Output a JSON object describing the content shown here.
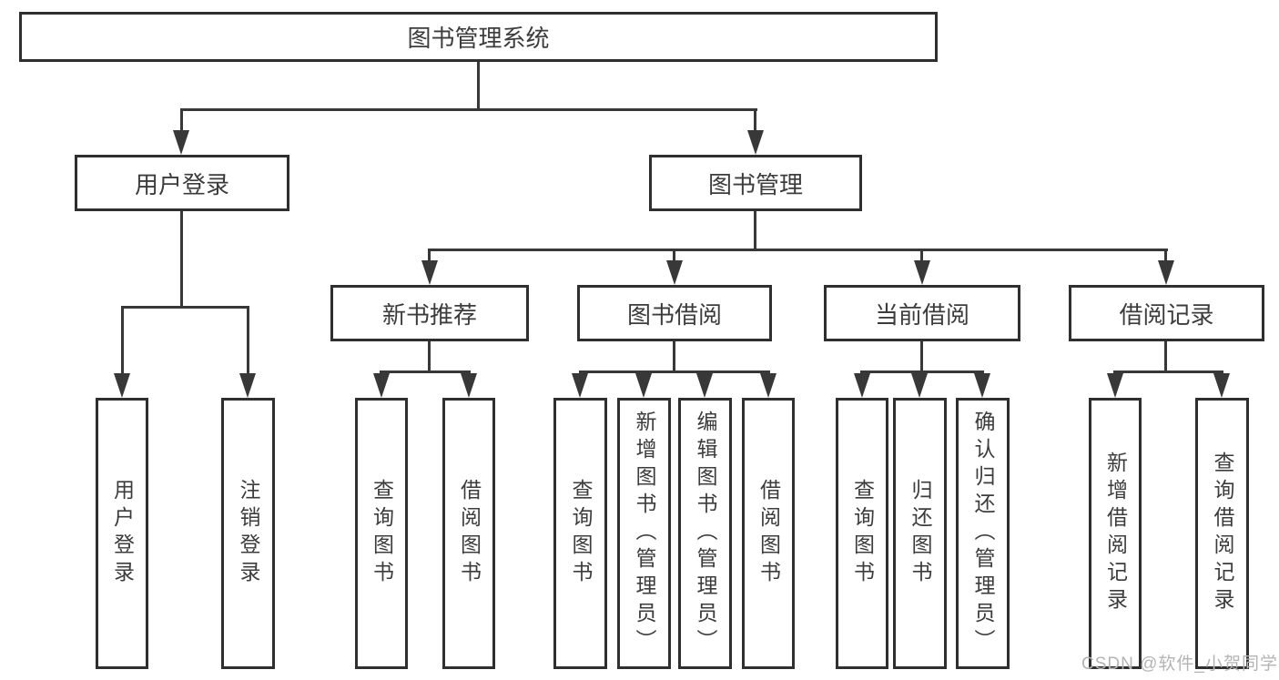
{
  "nodes": {
    "root": "图书管理系统",
    "user_login": "用户登录",
    "book_management": "图书管理",
    "new_book_recommend": "新书推荐",
    "book_borrow": "图书借阅",
    "current_borrow": "当前借阅",
    "borrow_record": "借阅记录",
    "leaf_user_login": "用户登录",
    "leaf_logout_login": "注销登录",
    "leaf_query_book_a": "查询图书",
    "leaf_borrow_book_a": "借阅图书",
    "leaf_query_book_b": "查询图书",
    "leaf_add_book_admin": "新增图书（管理员）",
    "leaf_edit_book_admin": "编辑图书（管理员）",
    "leaf_borrow_book_b": "借阅图书",
    "leaf_query_book_c": "查询图书",
    "leaf_return_book": "归还图书",
    "leaf_confirm_return_admin": "确认归还（管理员）",
    "leaf_add_borrow_record": "新增借阅记录",
    "leaf_query_borrow_record": "查询借阅记录"
  },
  "hierarchy": {
    "图书管理系统": [
      "用户登录",
      "图书管理"
    ],
    "用户登录": [
      "用户登录",
      "注销登录"
    ],
    "图书管理": [
      "新书推荐",
      "图书借阅",
      "当前借阅",
      "借阅记录"
    ],
    "新书推荐": [
      "查询图书",
      "借阅图书"
    ],
    "图书借阅": [
      "查询图书",
      "新增图书（管理员）",
      "编辑图书（管理员）",
      "借阅图书"
    ],
    "当前借阅": [
      "查询图书",
      "归还图书",
      "确认归还（管理员）"
    ],
    "借阅记录": [
      "新增借阅记录",
      "查询借阅记录"
    ]
  },
  "watermark": "CSDN @软件_小贺同学",
  "colors": {
    "line": "#383838",
    "border": "#2f2f2f",
    "text": "#3c3c3c",
    "watermark": "#b4b4b4",
    "background": "#ffffff"
  }
}
